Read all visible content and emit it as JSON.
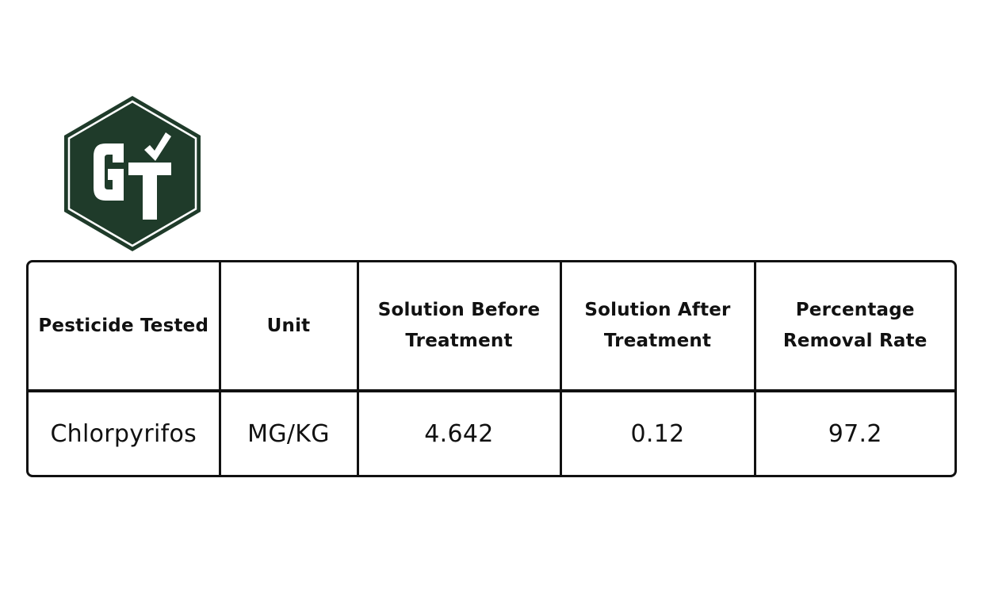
{
  "brand": {
    "logo_text": "GT",
    "logo_color": "#1f3b2a",
    "logo_icon": "checkmark-icon"
  },
  "table": {
    "headers": {
      "pesticide": "Pesticide Tested",
      "unit": "Unit",
      "before_line1": "Solution Before",
      "before_line2": "Treatment",
      "after_line1": "Solution After",
      "after_line2": "Treatment",
      "removal_line1": "Percentage",
      "removal_line2": "Removal Rate"
    },
    "rows": [
      {
        "pesticide": "Chlorpyrifos",
        "unit": "MG/KG",
        "before": "4.642",
        "after": "0.12",
        "removal": "97.2"
      }
    ]
  }
}
